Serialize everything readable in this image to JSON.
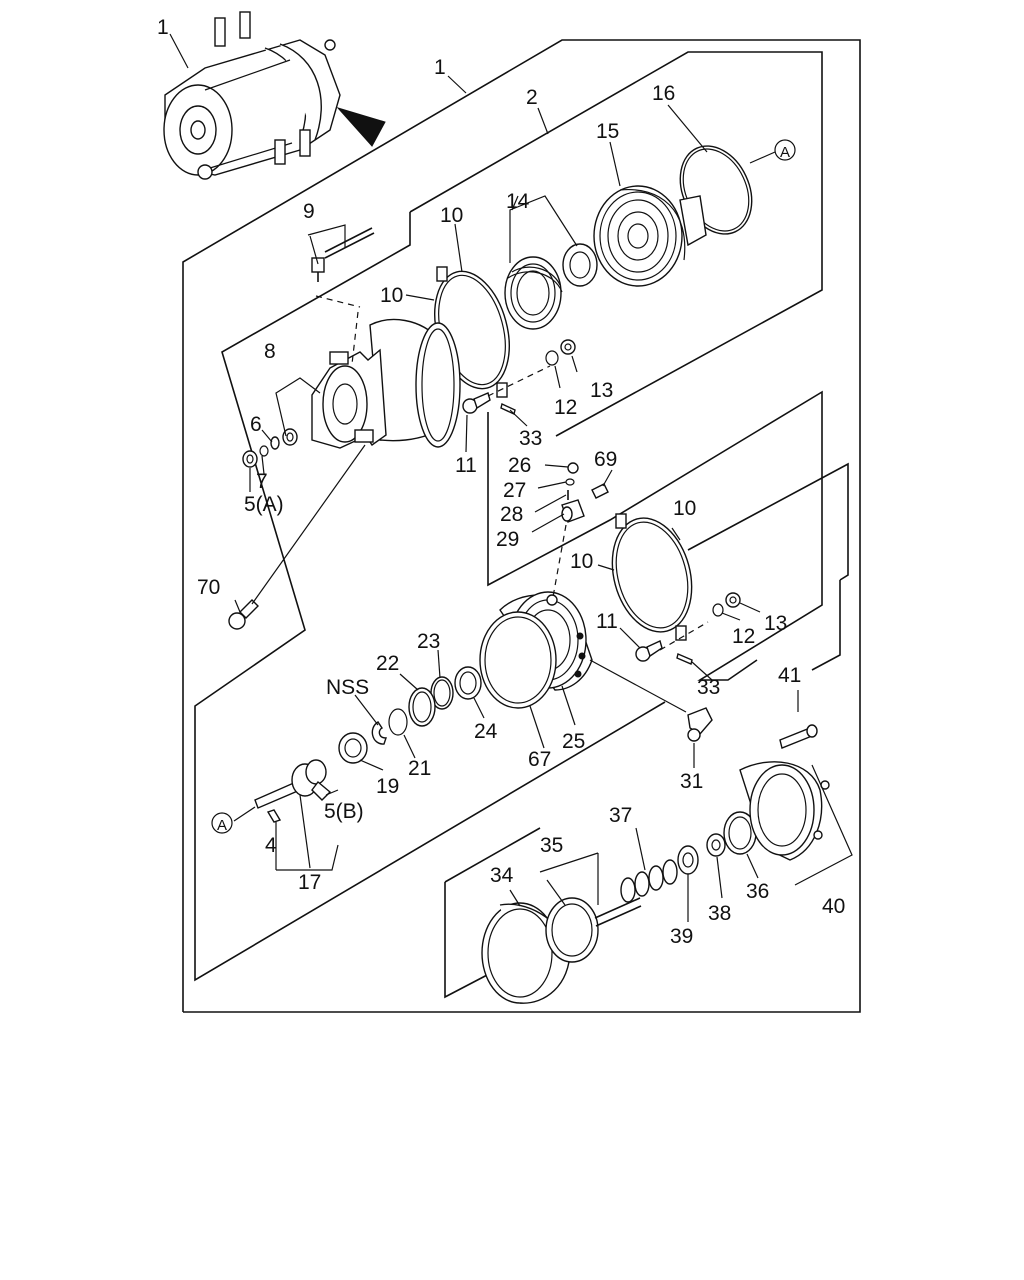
{
  "labels": {
    "l1a": "1",
    "l1b": "1",
    "l2": "2",
    "l4": "4",
    "l5a": "5(A)",
    "l5b": "5(B)",
    "l6": "6",
    "l7": "7",
    "l8": "8",
    "l9": "9",
    "l10a": "10",
    "l10b": "10",
    "l10c": "10",
    "l10d": "10",
    "l11a": "11",
    "l11b": "11",
    "l12a": "12",
    "l12b": "12",
    "l13a": "13",
    "l13b": "13",
    "l14": "14",
    "l15": "15",
    "l16": "16",
    "l17": "17",
    "l19": "19",
    "l21": "21",
    "l22": "22",
    "l23": "23",
    "l24": "24",
    "l25": "25",
    "l26": "26",
    "l27": "27",
    "l28": "28",
    "l29": "29",
    "l31": "31",
    "l33a": "33",
    "l33b": "33",
    "l34": "34",
    "l35": "35",
    "l36": "36",
    "l37": "37",
    "l38": "38",
    "l39": "39",
    "l40": "40",
    "l41": "41",
    "l67": "67",
    "l69": "69",
    "l70": "70",
    "nss": "NSS",
    "refA1": "A",
    "refA2": "A"
  }
}
